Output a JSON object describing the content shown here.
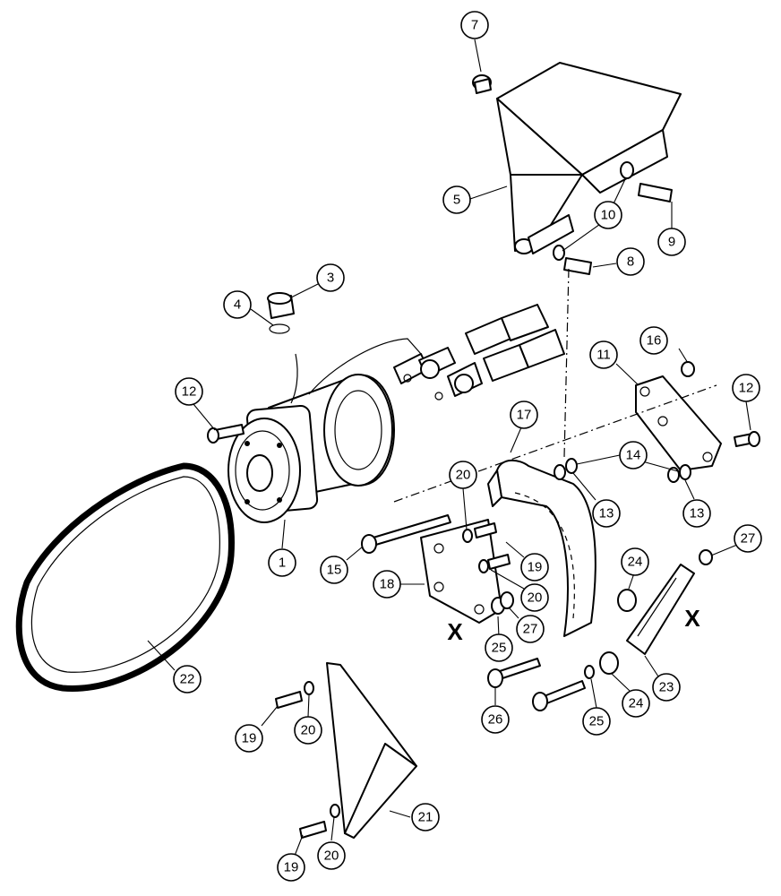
{
  "callouts": [
    {
      "id": "c7",
      "label": "7"
    },
    {
      "id": "c5",
      "label": "5"
    },
    {
      "id": "c10",
      "label": "10"
    },
    {
      "id": "c9",
      "label": "9"
    },
    {
      "id": "c8",
      "label": "8"
    },
    {
      "id": "c3",
      "label": "3"
    },
    {
      "id": "c4",
      "label": "4"
    },
    {
      "id": "c16",
      "label": "16"
    },
    {
      "id": "c11",
      "label": "11"
    },
    {
      "id": "c12a",
      "label": "12"
    },
    {
      "id": "c12b",
      "label": "12"
    },
    {
      "id": "c17",
      "label": "17"
    },
    {
      "id": "c14",
      "label": "14"
    },
    {
      "id": "c13a",
      "label": "13"
    },
    {
      "id": "c13b",
      "label": "13"
    },
    {
      "id": "c1",
      "label": "1"
    },
    {
      "id": "c20a",
      "label": "20"
    },
    {
      "id": "c15",
      "label": "15"
    },
    {
      "id": "c19a",
      "label": "19"
    },
    {
      "id": "c18",
      "label": "18"
    },
    {
      "id": "c20b",
      "label": "20"
    },
    {
      "id": "c27a",
      "label": "27"
    },
    {
      "id": "c25a",
      "label": "25"
    },
    {
      "id": "c24a",
      "label": "24"
    },
    {
      "id": "c27b",
      "label": "27"
    },
    {
      "id": "c22",
      "label": "22"
    },
    {
      "id": "c23",
      "label": "23"
    },
    {
      "id": "c24b",
      "label": "24"
    },
    {
      "id": "c26",
      "label": "26"
    },
    {
      "id": "c25b",
      "label": "25"
    },
    {
      "id": "c19b",
      "label": "19"
    },
    {
      "id": "c20c",
      "label": "20"
    },
    {
      "id": "c21",
      "label": "21"
    },
    {
      "id": "c19c",
      "label": "19"
    },
    {
      "id": "c20d",
      "label": "20"
    }
  ],
  "reference_marks": [
    {
      "id": "x1",
      "label": "X"
    },
    {
      "id": "x2",
      "label": "X"
    }
  ]
}
